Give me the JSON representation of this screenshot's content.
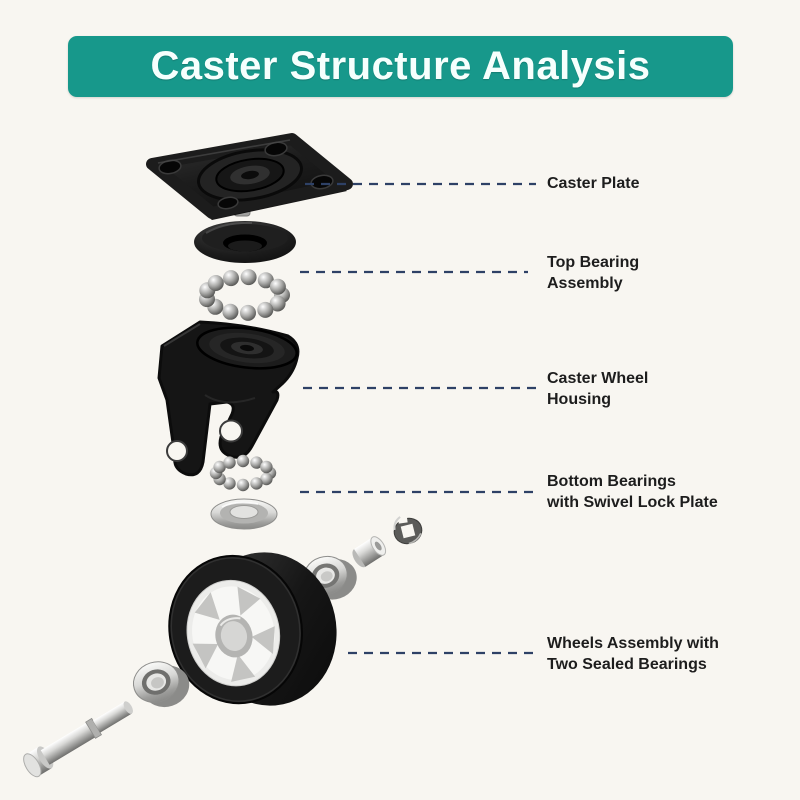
{
  "title": "Caster Structure Analysis",
  "colors": {
    "background": "#f8f6f1",
    "banner": "#17988b",
    "banner_text": "#f6fffd",
    "label_text": "#1d1d1d",
    "dash_line": "#2e4166"
  },
  "labels": [
    {
      "name": "caster-plate",
      "lines": [
        "Caster Plate"
      ]
    },
    {
      "name": "top-bearing-assembly",
      "lines": [
        "Top Bearing",
        "Assembly"
      ]
    },
    {
      "name": "caster-wheel-housing",
      "lines": [
        "Caster Wheel",
        "Housing"
      ]
    },
    {
      "name": "bottom-bearings",
      "lines": [
        "Bottom Bearings",
        "with Swivel Lock Plate"
      ]
    },
    {
      "name": "wheels-assembly",
      "lines": [
        "Wheels Assembly with",
        "Two Sealed Bearings"
      ]
    }
  ]
}
